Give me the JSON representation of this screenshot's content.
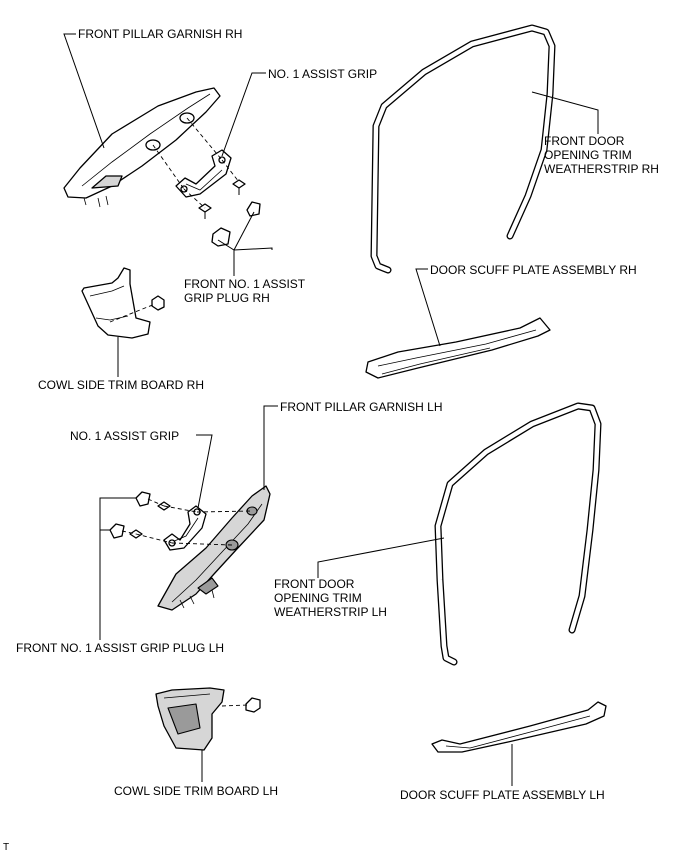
{
  "labels": {
    "front_pillar_garnish_rh": "FRONT PILLAR GARNISH RH",
    "assist_grip_rh": "NO. 1 ASSIST GRIP",
    "assist_grip_plug_rh_line1": "FRONT NO. 1 ASSIST",
    "assist_grip_plug_rh_line2": "GRIP PLUG RH",
    "cowl_side_trim_board_rh": "COWL SIDE TRIM BOARD RH",
    "door_opening_trim_rh_line1": "FRONT DOOR",
    "door_opening_trim_rh_line2": "OPENING TRIM",
    "door_opening_trim_rh_line3": "WEATHERSTRIP RH",
    "door_scuff_plate_rh": "DOOR SCUFF PLATE ASSEMBLY RH",
    "front_pillar_garnish_lh": "FRONT PILLAR GARNISH LH",
    "assist_grip_lh": "NO. 1 ASSIST GRIP",
    "assist_grip_plug_lh": "FRONT NO. 1 ASSIST GRIP PLUG LH",
    "door_opening_trim_lh_line1": "FRONT DOOR",
    "door_opening_trim_lh_line2": "OPENING TRIM",
    "door_opening_trim_lh_line3": "WEATHERSTRIP LH",
    "cowl_side_trim_board_lh": "COWL SIDE TRIM BOARD LH",
    "door_scuff_plate_lh": "DOOR SCUFF PLATE ASSEMBLY LH",
    "corner_mark": "T"
  }
}
